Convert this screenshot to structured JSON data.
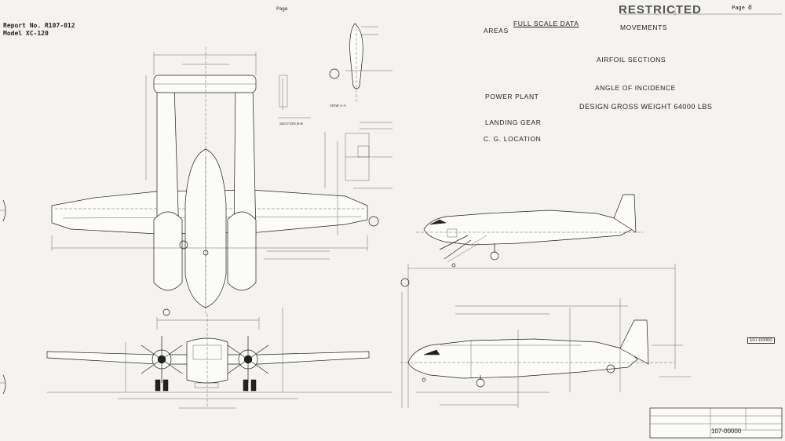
{
  "header": {
    "page_label_left": "Page",
    "restricted_stamp": "RESTRICTED",
    "page_label_right": "Page",
    "page_number": "6"
  },
  "report": {
    "report_line": "Report No. R107-012",
    "model_line": "Model   XC-120"
  },
  "full_scale_data": {
    "title": "FULL SCALE DATA",
    "areas_title": "AREAS",
    "power_plant_title": "POWER PLANT",
    "landing_gear_title": "LANDING GEAR",
    "cg_location_title": "C. G. LOCATION",
    "movements_title": "MOVEMENTS",
    "airfoil_sections_title": "AIRFOIL SECTIONS",
    "angle_of_incidence_title": "ANGLE OF INCIDENCE",
    "design_gross_weight": "DESIGN GROSS WEIGHT   64000 LBS"
  },
  "views": {
    "section_label": "SECTION B-B",
    "view_label": "VIEW A-A"
  },
  "title_block": {
    "drawing_number": "107-00000"
  },
  "side_tag": "107-00000"
}
